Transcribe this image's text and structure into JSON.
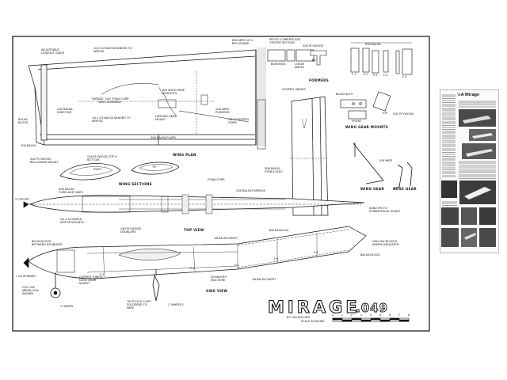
{
  "title": {
    "main": "MIRAGE",
    "suffix": ".049",
    "byline": "BY LOU BOLGER",
    "scale_label": "SCALE IN INCHES"
  },
  "views": {
    "wing_plan": "WING PLAN",
    "wing_sections": "WING SECTIONS",
    "top_view": "TOP VIEW",
    "side_view": "SIDE VIEW",
    "formers": "FORMERS",
    "wing_gear_mounts": "WING GEAR MOUNTS",
    "wing_gear": "WING GEAR",
    "nose_gear": "NOSE GEAR"
  },
  "labels": {
    "adjustable_leadout_guide": "ADJUSTABLE LEADOUT GUIDE",
    "spar_top": "1/4 X 1/2 BALSA SANDED TO AIRFOIL",
    "bellcrank_bolts": "BOLDERS 1/2 X BELLCRANK",
    "epoxy_center": "EPOXY & FIBERGLASS CENTER SECTION",
    "ply_3_32": "3/32 PLYWOOD",
    "bushings": "BUSHINGS",
    "maple": "1/4X3/4 MAPLE",
    "balsa_5_32": "5/32 BALSA",
    "leadouts": ".026 SOLID WIRE LEADOUTS",
    "foam_core_wing": "\"MIRAGE .049\" FOAM CORE WING ASSEMBLY",
    "balsa_block": "BALSA BLOCK",
    "sheeting": "1/32 BALSA SHEETING",
    "landing_gear_mount": "LANDING GEAR MOUNT",
    "pushrod": "1/16 WIRE PUSHROD",
    "control_horn": "1/2 A CONTROL HORN",
    "spar_bottom": "1/4 X 1/2 BALSA SANDED TO AIRFOIL",
    "flaps": "3/16 BALSA FLAPS",
    "balsa_3_16": "3/16 BALSA",
    "cusped_hinges": "CUSPED HINGES",
    "blind_nuts": "BLIND NUTS",
    "front": "FRONT",
    "top": "TOP",
    "ply_3_32_right": "3/32 PLYWOOD",
    "ply_bellcrank_mount": "3/32 PLYWOOD BELLCRANK MOUNT",
    "ply_top_bottom": "1/16 PLYWOOD TOP & BOTTOM",
    "root": "ROOT",
    "tip": "TIP",
    "foam_core": "FOAM CORE",
    "stab_elev": "3/16 BALSA STAB & ELEV.",
    "wire_1_16": "1/16 WIRE",
    "fuselage_sides": "5/32 BALSA FUSELAGE SIDES",
    "fairings": "3/16 BALSA FAIRINGS",
    "offset": "3\" OFFSET",
    "maple_mounts": "1/4 X 1/4 MAPLE MOTOR MOUNTS",
    "ply_doublers": "1/64 PLYWOOD DOUBLERS",
    "sand_fin": "SAND FIN TO SYMMETRICAL SHAPE",
    "balsa_block_side": "BALSA BLOCK",
    "balsa_sheet_top": "1/8 BALSA SHEET",
    "balsa_block_doublers": "BALSA BLOCK BETWEEN DOUBLERS",
    "hollow_blocks": "HOLLOW BLOCKS WHERE INDICATED",
    "spinner": "1 1/4 SPINNER",
    "cox_049": "COX .049 MEDALLION SHOWN",
    "copper_tubing": "COPPER TUBING NOSE GEAR MOUNT",
    "doublers_end_here": "DOUBLERS END HERE",
    "balsa_sheet_bottom": "1/8 BALSA SHEET",
    "balsa_block_tail": "BALSA BLOCK",
    "wheel_left": "1\" WHEEL",
    "tin_stock": "TIN STOCK CLIPS SOLDERED TO WIRE",
    "wheels_right": "1\" WHEELS"
  },
  "former_labels": [
    "F-1",
    "F-2",
    "F-3",
    "F-4",
    "F-5"
  ],
  "side_formers": [
    "F-1",
    "F-2",
    "F-3",
    "F-4",
    "F-5"
  ],
  "scale_ticks": [
    "0",
    "1",
    "2",
    "3",
    "4",
    "5",
    "6",
    "7",
    "8"
  ],
  "article": {
    "title": "½A Mirage"
  },
  "colors": {
    "ink": "#111111",
    "paper": "#ffffff",
    "photo_dark": "#3a3a3a"
  }
}
